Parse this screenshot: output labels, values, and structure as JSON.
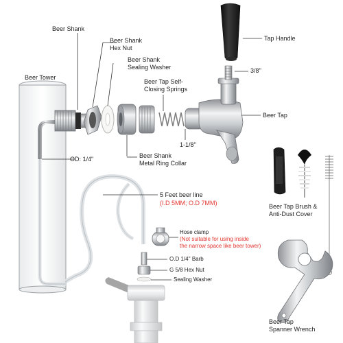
{
  "labels": {
    "beer_shank": "Beer Shank",
    "hex_nut_1": "Beer Shank",
    "hex_nut_2": "Hex Nut",
    "washer_1": "Beer Shank",
    "washer_2": "Sealing Washer",
    "springs_1": "Beer Tap Self-",
    "springs_2": "Closing Springs",
    "beer_tower": "Beer Tower",
    "tap_handle": "Tap Handle",
    "thread_size": "3/8''",
    "beer_tap": "Beer Tap",
    "collar_size": "1-1/8''",
    "collar_1": "Beer Shank",
    "collar_2": "Metal Ring Collar",
    "od_quarter": "OD: 1/4\"",
    "beer_line": "5 Feet beer line",
    "beer_line_spec": "(I.D 5MM; O.D 7MM)",
    "hose_clamp": "Hose clamp",
    "clamp_note_1": "(Not suitable for using inside",
    "clamp_note_2": "the narrow space like beer tower)",
    "barb": "O.D 1/4'' Barb",
    "hex_nut_g": "G 5/8 Hex Nut",
    "sealing_washer": "Sealing Washer",
    "brush_1": "Beer Tap Brush &",
    "brush_2": "Anti-Dust Cover",
    "wrench_1": "Beer Tap",
    "wrench_2": "Spanner Wrench"
  },
  "colors": {
    "leader": "#333333",
    "note": "#e3342f",
    "chrome": "#c7cacd",
    "chrome_dark": "#8f9296",
    "handle": "#1c1c1c",
    "spring": "#7d7d7d",
    "hose": "#dfe3e6",
    "tower_fill": "#fbfbfb",
    "tower_edge": "#9aa0a4"
  }
}
